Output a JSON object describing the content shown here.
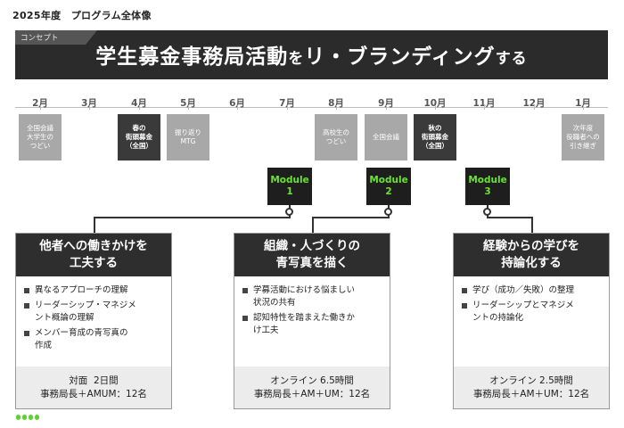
{
  "page_title": "2025年度　プログラム全体像",
  "hero": {
    "tab_label": "コンセプト",
    "title_part1": "学生募金事務局活動",
    "title_part2": "を",
    "title_part3": "リ・ブランディング",
    "title_part4": "する"
  },
  "timeline": {
    "months": [
      "2月",
      "3月",
      "4月",
      "5月",
      "6月",
      "7月",
      "8月",
      "9月",
      "10月",
      "11月",
      "12月",
      "1月"
    ],
    "events": [
      {
        "month": "2月",
        "text": "全国会議\n大学生の\nつどい",
        "style": "light"
      },
      {
        "month": "4月",
        "text": "春の\n街頭募金\n（全国）",
        "style": "dark"
      },
      {
        "month": "5月",
        "text": "振り返り\nMTG",
        "style": "light"
      },
      {
        "month": "8月",
        "text": "高校生の\nつどい",
        "style": "light"
      },
      {
        "month": "9月",
        "text": "全国会議",
        "style": "light"
      },
      {
        "month": "10月",
        "text": "秋の\n街頭募金\n（全国）",
        "style": "dark"
      },
      {
        "month": "1月",
        "text": "次年度\n役職者への\n引き継ぎ",
        "style": "light"
      }
    ]
  },
  "modules": [
    {
      "label": "Module",
      "number": "1"
    },
    {
      "label": "Module",
      "number": "2"
    },
    {
      "label": "Module",
      "number": "3"
    }
  ],
  "cards": [
    {
      "title_line1": "他者への働きかけを",
      "title_line2": "工夫する",
      "items": [
        "異なるアプローチの理解",
        "リーダーシップ・マネジメ\nント概論の理解",
        "メンバー育成の青写真の\n作成"
      ],
      "footer_line1": "対面  2日間",
      "footer_line2": "事務局長＋AMUM：12名"
    },
    {
      "title_line1": "組織・人づくりの",
      "title_line2": "青写真を描く",
      "items": [
        "学募活動における悩ましい\n状況の共有",
        "認知特性を踏まえた働きか\nけ工夫"
      ],
      "footer_line1": "オンライン 6.5時間",
      "footer_line2": "事務局長＋AM＋UM：12名"
    },
    {
      "title_line1": "経験からの学びを",
      "title_line2": "持論化する",
      "items": [
        "学び（成功／失敗）の整理",
        "リーダーシップとマネジメ\nントの持論化"
      ],
      "footer_line1": "オンライン 2.5時間",
      "footer_line2": "事務局長＋AM＋UM：12名"
    }
  ],
  "colors": {
    "hero_bg": "#2b2b2b",
    "module_text": "#6be332",
    "event_light": "#a8a8a8",
    "event_dark": "#3a3a3a",
    "logo_green": "#5cd12f"
  }
}
